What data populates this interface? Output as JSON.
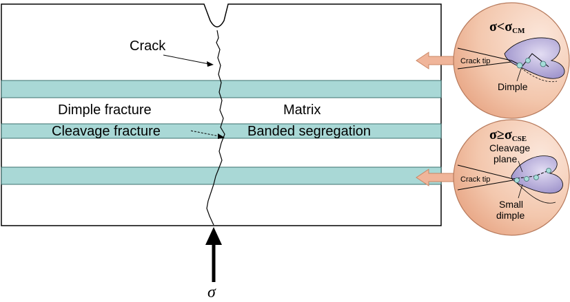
{
  "labels": {
    "crack": "Crack",
    "dimple_fracture": "Dimple fracture",
    "matrix": "Matrix",
    "cleavage_fracture": "Cleavage fracture",
    "banded_segregation": "Banded segregation",
    "sigma": "σ"
  },
  "inset_top": {
    "title_lhs": "σ<σ",
    "title_sub": "CM",
    "crack_tip": "Crack tip",
    "dimple": "Dimple"
  },
  "inset_bottom": {
    "title_lhs": "σ≥σ",
    "title_sub": "CSE",
    "cleavage_line1": "Cleavage",
    "cleavage_line2": "plane",
    "crack_tip": "Crack tip",
    "small_line1": "Small",
    "small_line2": "dimple"
  },
  "colors": {
    "band": "#a9d8d6",
    "band_stroke": "#3a6f6d",
    "inset_fill": "#f1bfa3",
    "inset_edge": "#d98d6c",
    "lobe": "#9b8fc9",
    "dimple": "#a6ddd9",
    "arrow": "#f0b59a"
  }
}
